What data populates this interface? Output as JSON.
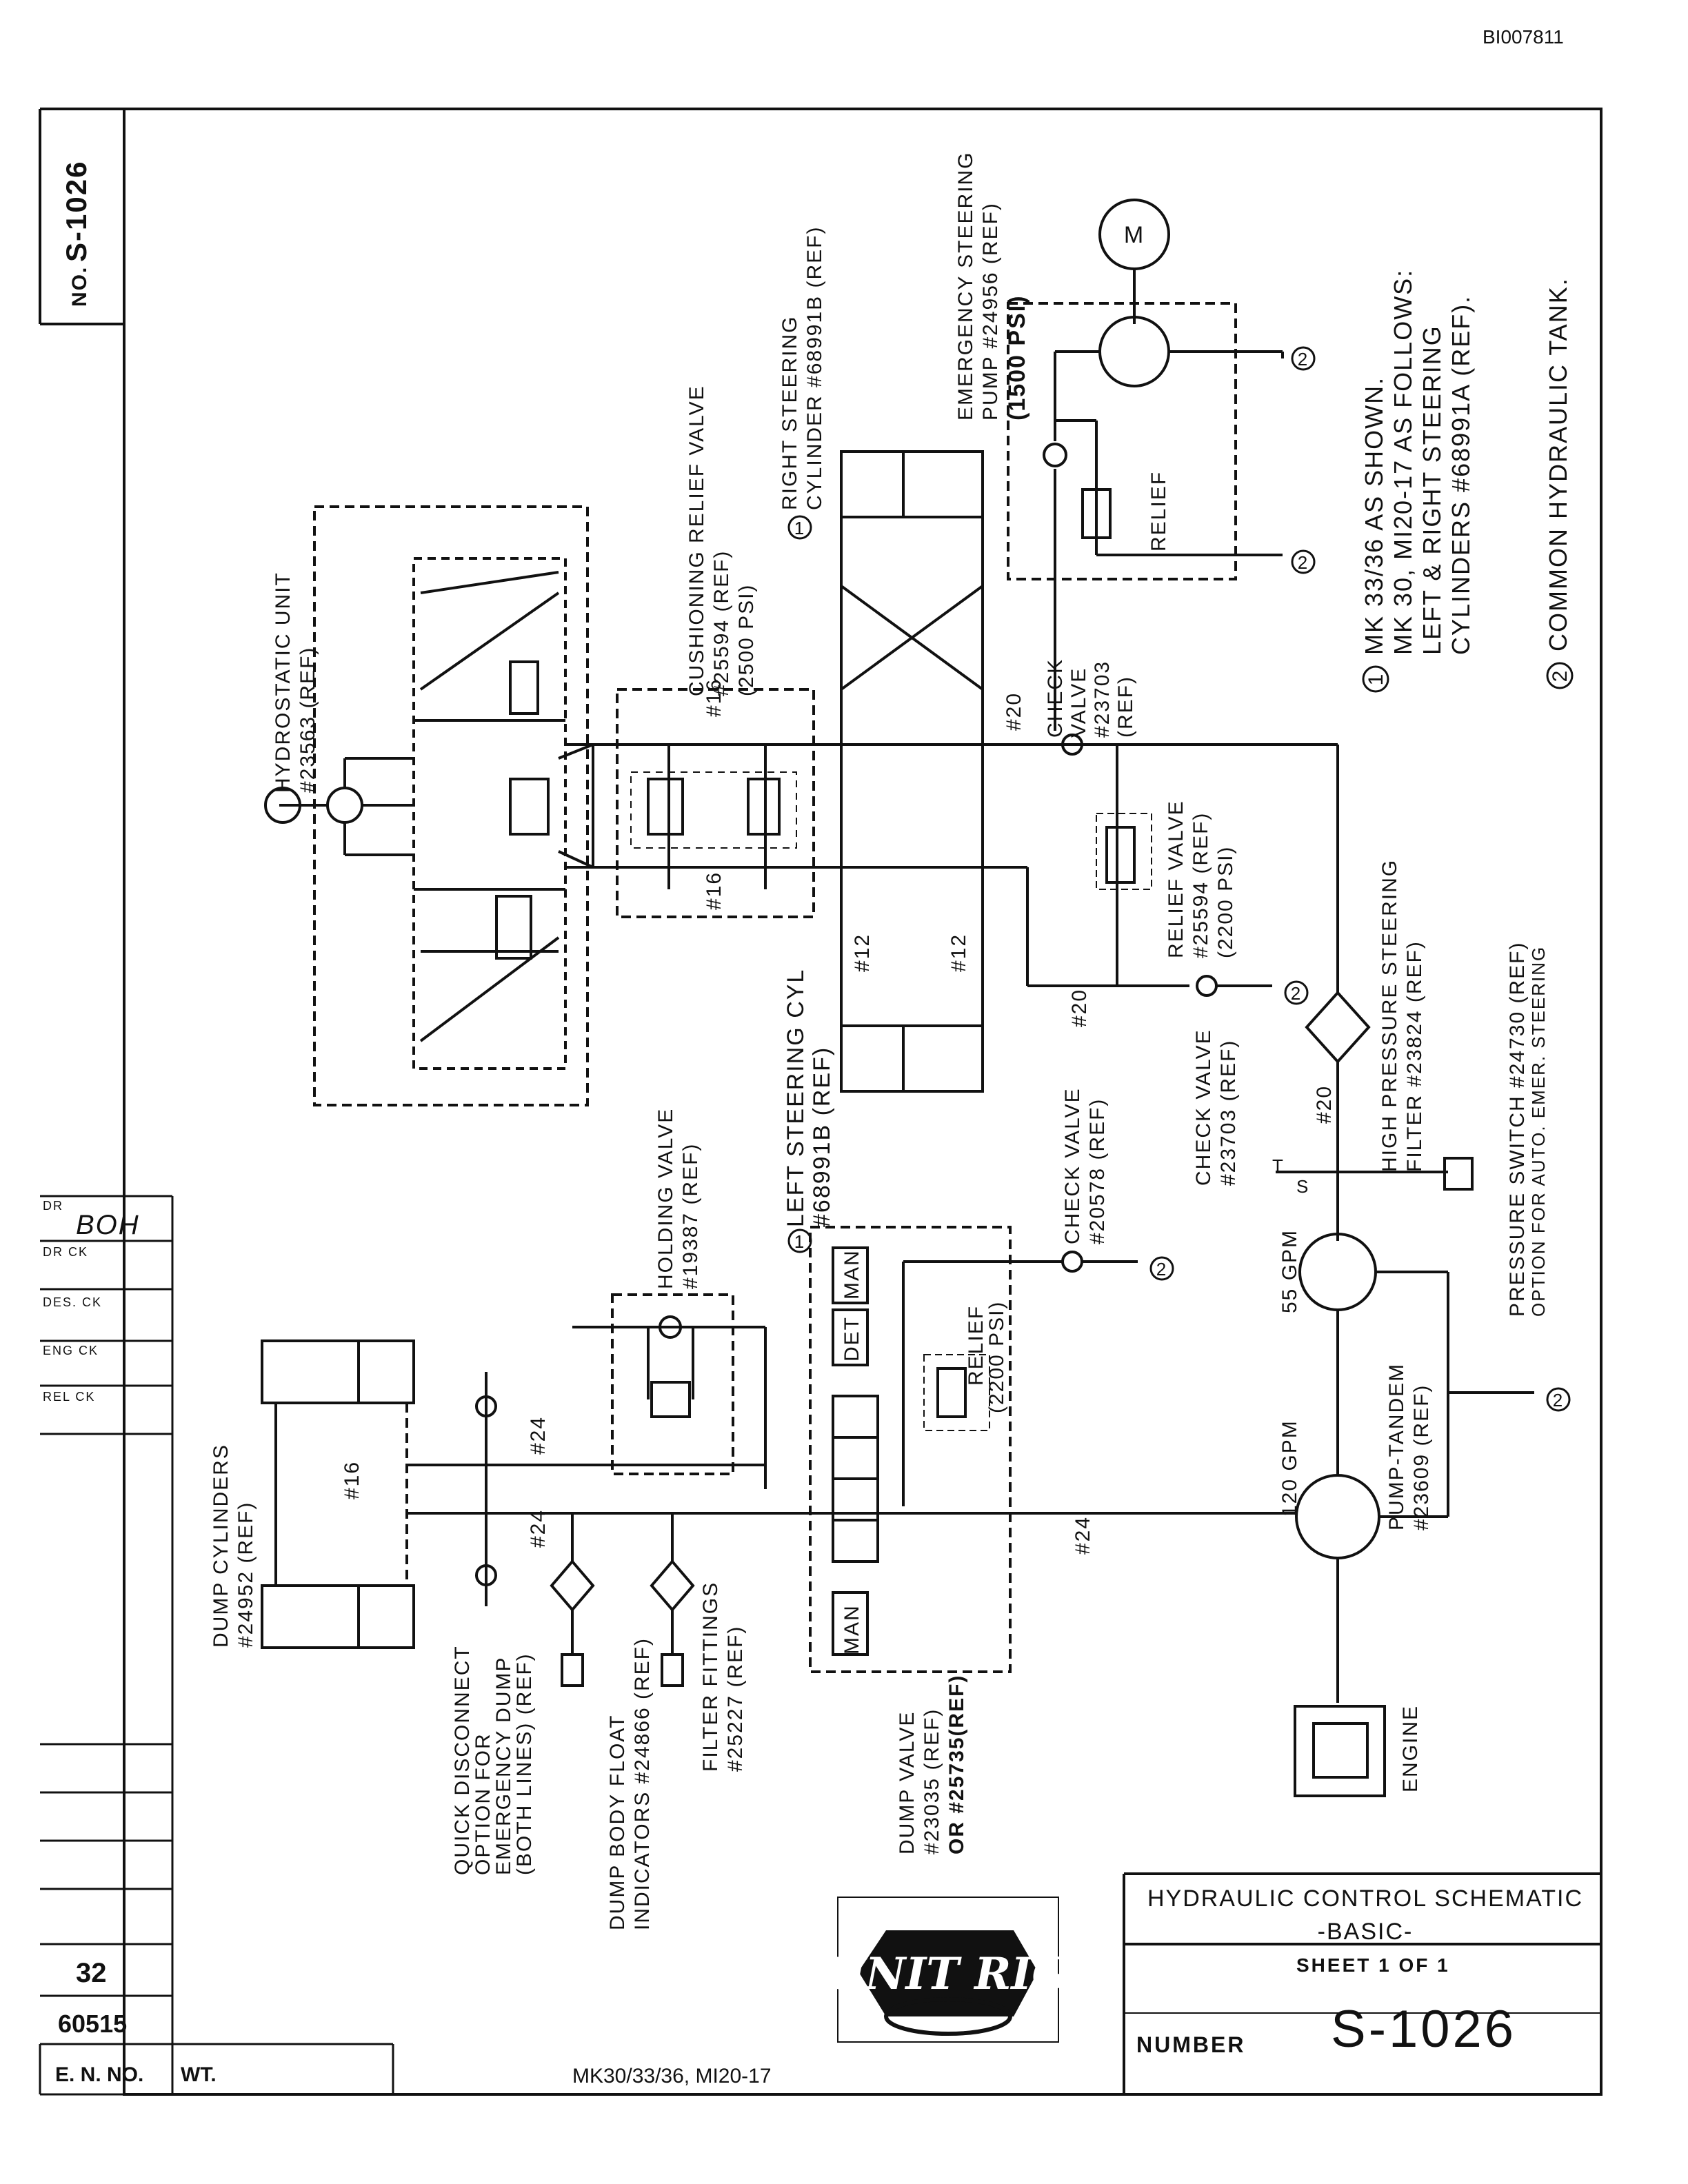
{
  "doc_id": "BI007811",
  "sheet_no_label": "NO.",
  "sheet_no_value": "S-1026",
  "units": [
    {
      "id": "hydrostatic",
      "lines": [
        "HYDROSTATIC UNIT",
        "#23563 (REF)"
      ]
    },
    {
      "id": "cushioning",
      "lines": [
        "CUSHIONING RELIEF VALVE",
        "#25594 (REF)",
        "(2500 PSI)"
      ]
    },
    {
      "id": "right_steering",
      "lines": [
        "RIGHT STEERING",
        "CYLINDER #68991B (REF)"
      ]
    },
    {
      "id": "emergency_pump",
      "lines": [
        "EMERGENCY STEERING",
        "PUMP #24956 (REF)",
        "(1500 PSI)"
      ]
    },
    {
      "id": "left_steering",
      "lines": [
        "LEFT STEERING CYL",
        "#68991B (REF)"
      ]
    },
    {
      "id": "check_valve_top",
      "lines": [
        "CHECK",
        "VALVE",
        "#23703",
        "(REF)"
      ]
    },
    {
      "id": "relief_valve",
      "lines": [
        "RELIEF VALVE",
        "#25594 (REF)",
        "(2200 PSI)"
      ]
    },
    {
      "id": "check_valve_mid",
      "lines": [
        "CHECK VALVE",
        "#23703 (REF)"
      ]
    },
    {
      "id": "hp_filter",
      "lines": [
        "HIGH PRESSURE STEERING",
        "FILTER #23824 (REF)"
      ]
    },
    {
      "id": "pressure_switch",
      "lines": [
        "PRESSURE SWITCH #24730 (REF)",
        "OPTION FOR AUTO. EMER. STEERING"
      ]
    },
    {
      "id": "holding_valve",
      "lines": [
        "HOLDING VALVE",
        "#19387 (REF)"
      ]
    },
    {
      "id": "check_valve_dump",
      "lines": [
        "CHECK VALVE",
        "#20578 (REF)"
      ]
    },
    {
      "id": "dump_cyl",
      "lines": [
        "DUMP CYLINDERS",
        "#24952 (REF)"
      ]
    },
    {
      "id": "quick_disconnect",
      "lines": [
        "QUICK DISCONNECT",
        "OPTION FOR",
        "EMERGENCY DUMP",
        "(BOTH LINES) (REF)"
      ]
    },
    {
      "id": "float_ind",
      "lines": [
        "DUMP BODY FLOAT",
        "INDICATORS #24866 (REF)"
      ]
    },
    {
      "id": "filter_fittings",
      "lines": [
        "FILTER FITTINGS",
        "#25227 (REF)"
      ]
    },
    {
      "id": "dump_valve",
      "lines": [
        "DUMP VALVE",
        "#23035 (REF)",
        "OR #25735(REF)"
      ]
    },
    {
      "id": "pump_tandem",
      "lines": [
        "PUMP-TANDEM",
        "#23609 (REF)"
      ]
    }
  ],
  "symbols": {
    "motor": "M",
    "relief": "RELIEF",
    "relief_dump": "RELIEF",
    "relief_dump_psi": "(2200 PSI)",
    "det": "DET",
    "man": "MAN",
    "man2": "MAN",
    "engine": "ENGINE",
    "gpm55": "55 GPM",
    "gpm120": "120 GPM",
    "t": "T",
    "s": "S"
  },
  "line_sizes": {
    "s16_top": "#16",
    "s16_bot": "#16",
    "s20_a": "#20",
    "s12_a": "#12",
    "s12_b": "#12",
    "s20_b": "#20",
    "s20_c": "#20",
    "s24_a": "#24",
    "s24_b": "#24",
    "s16_dump": "#16",
    "s24_c": "#24"
  },
  "notes": [
    {
      "num": "1",
      "lines": [
        "MK 33/36 AS SHOWN.",
        "MK 30, MI20-17 AS FOLLOWS:",
        "LEFT & RIGHT STEERING",
        "CYLINDERS #68991A (REF)."
      ]
    },
    {
      "num": "2",
      "lines": [
        "COMMON HYDRAULIC TANK."
      ]
    }
  ],
  "markers": {
    "one": "1",
    "two": "2"
  },
  "title_block": {
    "title_line1": "HYDRAULIC CONTROL SCHEMATIC",
    "title_line2": "-BASIC-",
    "sheet": "SHEET 1 OF 1",
    "number_label": "NUMBER",
    "number": "S-1026",
    "model": "MK30/33/36, MI20-17",
    "en_no_label": "E. N. NO.",
    "wt_label": "WT.",
    "logo": "UNIT RIG",
    "rev_a": "32",
    "rev_b": "60515"
  },
  "signoff": {
    "dr": "DR",
    "dr_sig": "BOH",
    "dr_ck": "DR CK",
    "des_ck": "DES. CK",
    "eng_ck": "ENG CK",
    "rel_ck": "REL CK"
  }
}
